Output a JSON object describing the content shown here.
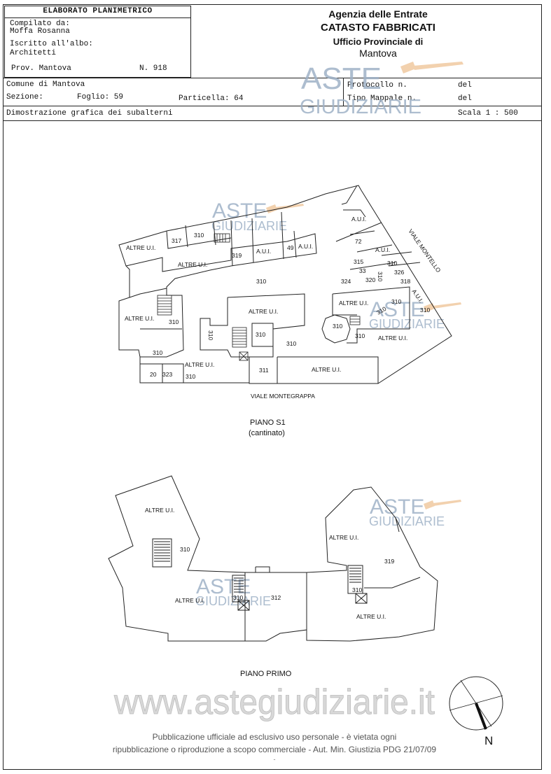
{
  "header": {
    "title": "ELABORATO PLANIMETRICO",
    "compilato_label": "Compilato da:",
    "compilato_name": "Moffa Rosanna",
    "iscritto_label": "Iscritto all'albo:",
    "iscritto_value": "Architetti",
    "prov": "Prov. Mantova",
    "numero": "N. 918"
  },
  "agency": {
    "line1": "Agenzia delle Entrate",
    "line2": "CATASTO FABBRICATI",
    "line3": "Ufficio Provinciale di",
    "line4": "Mantova"
  },
  "info": {
    "comune": "Comune di Mantova",
    "sezione": "Sezione:",
    "foglio": "Foglio: 59",
    "particella": "Particella: 64",
    "protocollo": "Protocollo n.",
    "tipo_mappale": "Tipo Mappale n.",
    "del1": "del",
    "del2": "del",
    "dimostrazione": "Dimostrazione grafica dei subalterni",
    "scala": "Scala 1 : 500"
  },
  "watermark": {
    "aste": "ASTE",
    "giudiziarie": "GIUDIZIARIE",
    "site": "www.astegiudiziarie.it"
  },
  "plan_s1": {
    "labels": {
      "altre_a": "ALTRE U.I.",
      "l317": "317",
      "l310_top": "310",
      "altre_b": "ALTRE U.I.",
      "l319": "319",
      "aui_1": "A.U.I.",
      "l49": "49",
      "aui_2": "A.U.I.",
      "aui_3": "A.U.I.",
      "l72": "72",
      "aui_4": "A.U.I.",
      "l315": "315",
      "l310_r1": "310",
      "l33": "33",
      "l326": "326",
      "l310_rot": "310",
      "l324": "324",
      "l320": "320",
      "l318": "318",
      "aui_5": "A.U.I.",
      "l310_center": "310",
      "altre_left": "ALTRE U.I.",
      "l310_left": "310",
      "altre_mid": "ALTRE U.I.",
      "altre_r1": "ALTRE U.I.",
      "l310_r2": "310",
      "l310_r3": "310",
      "l310_r4": "310",
      "l310_vert": "310",
      "l310_box": "310",
      "l310_mid": "310",
      "l310_r5": "310",
      "l310_r6": "310",
      "altre_r2": "ALTRE U.I.",
      "l310_lower": "310",
      "altre_low": "ALTRE U.I.",
      "l311": "311",
      "altre_bot": "ALTRE U.I.",
      "l20": "20",
      "l323": "323",
      "l310_bot": "310"
    },
    "street_bottom": "VIALE MONTEGRAPPA",
    "street_right": "VIALE MONTELLO",
    "caption": "PIANO S1",
    "subcaption": "(cantinato)"
  },
  "plan_p1": {
    "labels": {
      "altre_tl": "ALTRE U.I.",
      "l310_a": "310",
      "altre_bl": "ALTRE U.I.",
      "l310_b": "310",
      "l312": "312",
      "altre_tr": "ALTRE U.I.",
      "l319": "319",
      "l310_c": "310",
      "altre_br": "ALTRE U.I."
    },
    "caption": "PIANO PRIMO"
  },
  "compass": {
    "label": "N"
  },
  "footer": {
    "line1": "Pubblicazione ufficiale ad esclusivo uso personale - è vietata ogni",
    "line2": "ripubblicazione o riproduzione a scopo commerciale - Aut. Min. Giustizia PDG 21/07/09",
    "dash": "-"
  }
}
